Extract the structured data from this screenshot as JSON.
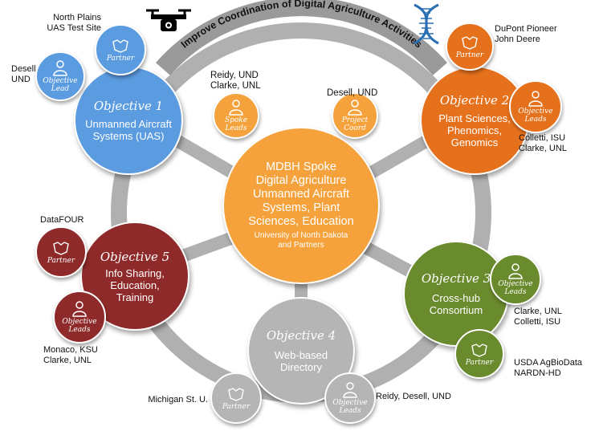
{
  "colors": {
    "uas": "#5b9be0",
    "plant": "#e6711c",
    "hub": "#6a8a2e",
    "web": "#b5b5b5",
    "info": "#8f2a2a",
    "spoke": "#f5a23c",
    "ring": "#b0b0b0"
  },
  "arc_text": "Improve Coordination of Digital Agriculture Activities",
  "center": {
    "title": "MDBH Spoke\nDigital Agriculture\nUnmanned Aircraft\nSystems, Plant\nSciences, Education",
    "subtitle": "University of North Dakota\nand Partners"
  },
  "spoke_leads": {
    "label": "Spoke\nLeads",
    "names": "Reidy, UND\nClarke, UNL"
  },
  "project_coord": {
    "label": "Project\nCoord",
    "names": "Desell, UND"
  },
  "objectives": {
    "o1": {
      "title": "Objective 1",
      "body": "Unmanned Aircraft\nSystems (UAS)",
      "partner": {
        "label": "Partner",
        "names": "North Plains\nUAS Test Site"
      },
      "lead": {
        "label": "Objective\nLead",
        "names": "Desell\nUND"
      }
    },
    "o2": {
      "title": "Objective 2",
      "body": "Plant Sciences,\nPhenomics,\nGenomics",
      "partner": {
        "label": "Partner",
        "names": "DuPont Pioneer\nJohn Deere"
      },
      "lead": {
        "label": "Objective\nLeads",
        "names": "Colletti, ISU\nClarke, UNL"
      }
    },
    "o3": {
      "title": "Objective 3",
      "body": "Cross-hub\nConsortium",
      "partner": {
        "label": "Partner",
        "names": "USDA AgBioData\nNARDN-HD"
      },
      "lead": {
        "label": "Objective\nLeads",
        "names": "Clarke, UNL\nColletti, ISU"
      }
    },
    "o4": {
      "title": "Objective 4",
      "body": "Web-based\nDirectory",
      "partner": {
        "label": "Partner",
        "names": "Michigan St. U."
      },
      "lead": {
        "label": "Objective\nLeads",
        "names": "Reidy, Desell, UND"
      }
    },
    "o5": {
      "title": "Objective 5",
      "body": "Info Sharing,\nEducation,\nTraining",
      "partner": {
        "label": "Partner",
        "names": "DataFOUR"
      },
      "lead": {
        "label": "Objective\nLeads",
        "names": "Monaco, KSU\nClarke, UNL"
      }
    }
  },
  "icons": {
    "drone": "drone-icon",
    "dna": "dna-icon",
    "partner": "handshake-icon",
    "lead": "person-icon"
  }
}
